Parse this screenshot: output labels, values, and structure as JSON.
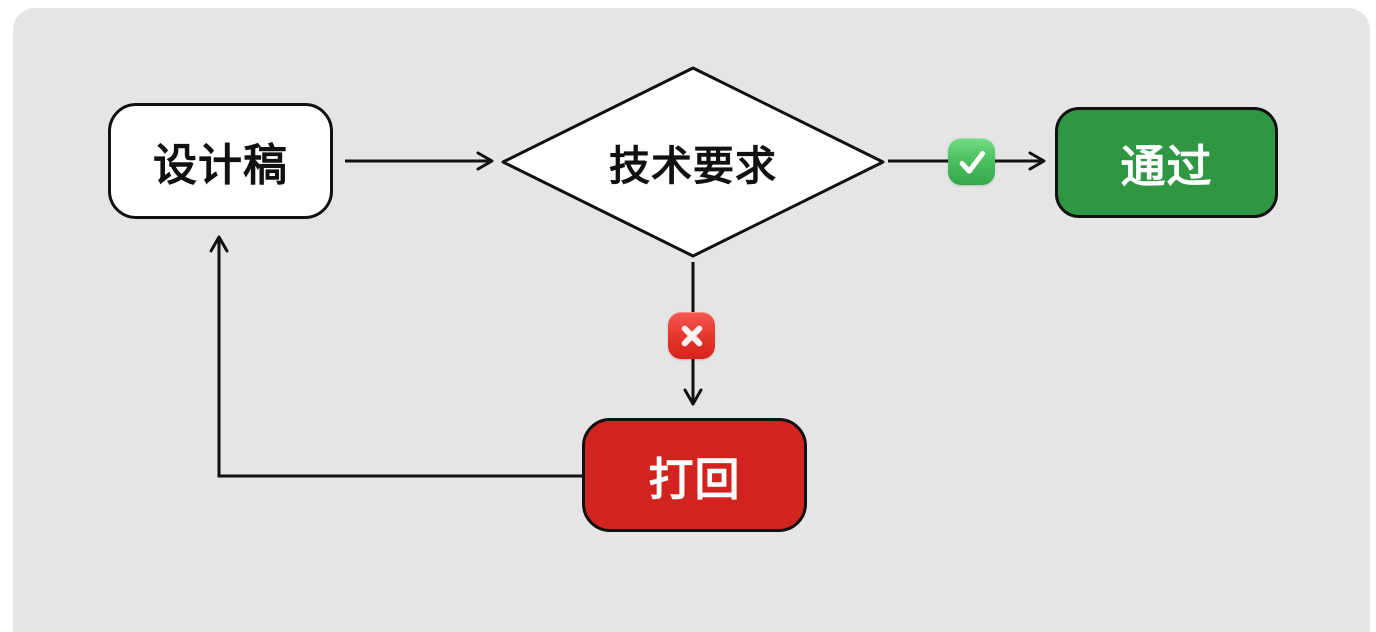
{
  "page": {
    "background_color": "#ffffff",
    "canvas_color": "#e5e5e6",
    "line_color": "#111111"
  },
  "diagram": {
    "type": "flowchart",
    "nodes": {
      "design_draft": {
        "id": "design-draft",
        "shape": "rounded-rect",
        "label": "设计稿",
        "fill": "#ffffff",
        "text_color": "#111111"
      },
      "decision": {
        "id": "decision",
        "shape": "diamond",
        "label": "技术要求",
        "fill": "#ffffff",
        "text_color": "#111111"
      },
      "pass": {
        "id": "pass",
        "shape": "rounded-rect",
        "label": "通过",
        "fill": "#2f9644",
        "text_color": "#ffffff"
      },
      "reject": {
        "id": "reject",
        "shape": "rounded-rect",
        "label": "打回",
        "fill": "#d2241e",
        "text_color": "#ffffff"
      }
    },
    "edges": [
      {
        "from": "design_draft",
        "to": "decision",
        "badge": null
      },
      {
        "from": "decision",
        "to": "pass",
        "badge": "check-icon"
      },
      {
        "from": "decision",
        "to": "reject",
        "badge": "cross-icon"
      },
      {
        "from": "reject",
        "to": "design_draft",
        "badge": null,
        "route": "left-then-up"
      }
    ],
    "badges": {
      "check": {
        "icon": "check-icon",
        "glyph": "✓",
        "color_top": "#74db84",
        "color_bottom": "#35a749",
        "glyph_color": "#ffffff"
      },
      "cross": {
        "icon": "cross-icon",
        "glyph": "✕",
        "color_top": "#f65a52",
        "color_bottom": "#d7211c",
        "glyph_color": "#fdf2f1"
      }
    }
  }
}
